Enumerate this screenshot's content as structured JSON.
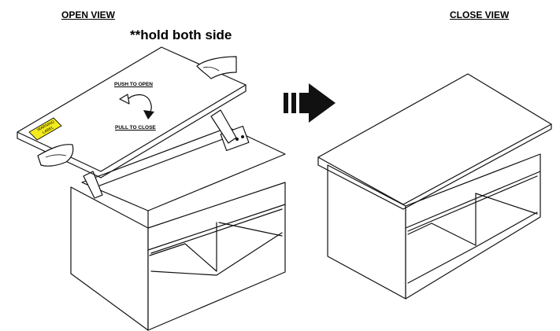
{
  "labels": {
    "open_view": "OPEN VIEW",
    "close_view": "CLOSE VIEW",
    "hold_note": "**hold both side",
    "push_to_open": "PUSH TO OPEN",
    "pull_to_close": "PULL TO CLOSE",
    "warning_label": "WARNING LABEL"
  },
  "colors": {
    "warning_label": "#f5ec1e",
    "line": "#111111"
  },
  "icons": {
    "arrow": "transition-arrow-icon",
    "rotate": "rotate-arrow-icon"
  }
}
